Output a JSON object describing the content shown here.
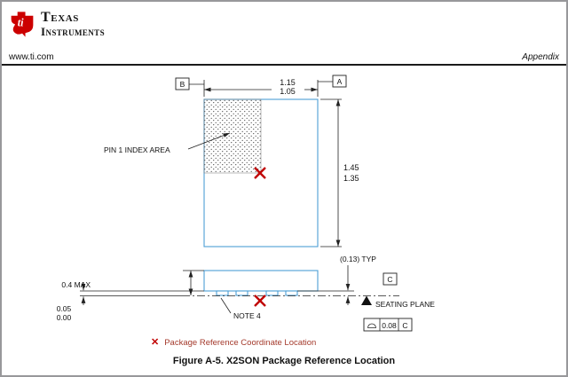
{
  "header": {
    "brand_line1": "Texas",
    "brand_line2": "Instruments",
    "website": "www.ti.com",
    "section": "Appendix"
  },
  "drawing": {
    "top_view": {
      "width_max": "1.15",
      "width_min": "1.05",
      "height_max": "1.45",
      "height_min": "1.35",
      "pin1_label": "PIN 1 INDEX AREA",
      "datum_a": "A",
      "datum_b": "B"
    },
    "side_view": {
      "height_label": "0.4 MAX",
      "standoff_max": "0.05",
      "standoff_min": "0.00",
      "lead_thickness": "(0.13) TYP",
      "note": "NOTE 4",
      "datum_c": "C",
      "seating_plane_label": "SEATING PLANE",
      "fcf_value": "0.08",
      "fcf_datum": "C",
      "fcf_symbol": "profile-of-a-surface"
    }
  },
  "legend": {
    "marker": "✕",
    "label": "Package Reference Coordinate Location"
  },
  "caption": "Figure A-5. X2SON Package Reference Location",
  "colors": {
    "package_outline": "#4d9fd6",
    "marker_red": "#c00000",
    "legend_text": "#a43a2c",
    "ti_red": "#cc0000"
  }
}
